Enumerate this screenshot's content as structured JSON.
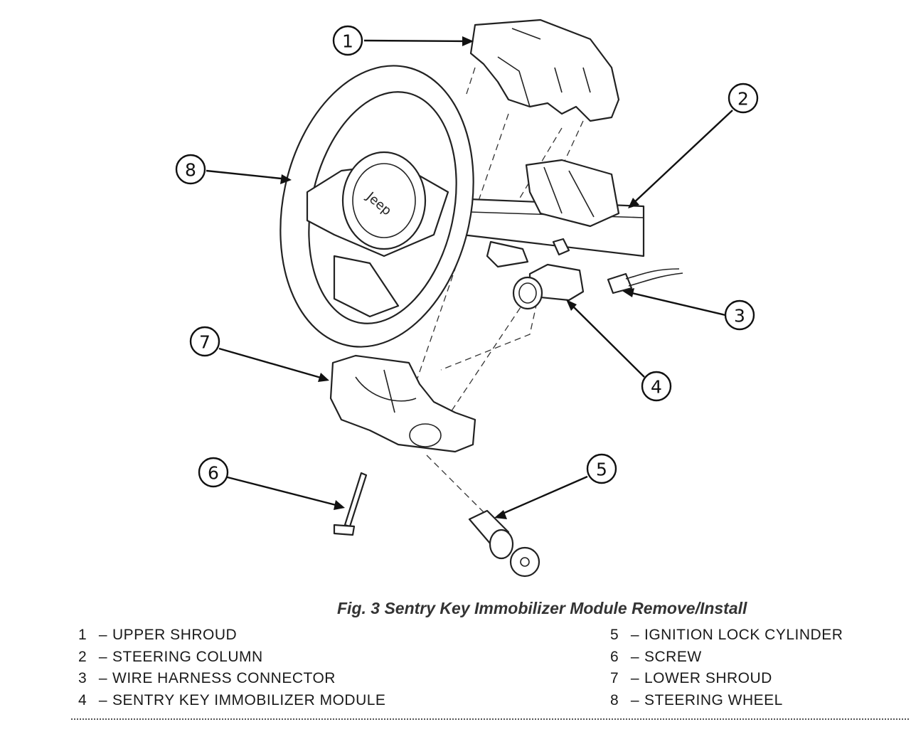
{
  "figure": {
    "caption": "Fig. 3 Sentry Key Immobilizer Module Remove/Install",
    "logo_text": "Jeep"
  },
  "callouts": [
    {
      "num": "1",
      "part": "UPPER SHROUD"
    },
    {
      "num": "2",
      "part": "STEERING COLUMN"
    },
    {
      "num": "3",
      "part": "WIRE HARNESS CONNECTOR"
    },
    {
      "num": "4",
      "part": "SENTRY KEY IMMOBILIZER MODULE"
    },
    {
      "num": "5",
      "part": "IGNITION LOCK CYLINDER"
    },
    {
      "num": "6",
      "part": "SCREW"
    },
    {
      "num": "7",
      "part": "LOWER SHROUD"
    },
    {
      "num": "8",
      "part": "STEERING WHEEL"
    }
  ],
  "legend": {
    "separator": "–",
    "left": [
      {
        "num": "1",
        "label": "UPPER SHROUD"
      },
      {
        "num": "2",
        "label": "STEERING COLUMN"
      },
      {
        "num": "3",
        "label": "WIRE HARNESS CONNECTOR"
      },
      {
        "num": "4",
        "label": "SENTRY KEY IMMOBILIZER MODULE"
      }
    ],
    "right": [
      {
        "num": "5",
        "label": "IGNITION LOCK CYLINDER"
      },
      {
        "num": "6",
        "label": "SCREW"
      },
      {
        "num": "7",
        "label": "LOWER SHROUD"
      },
      {
        "num": "8",
        "label": "STEERING WHEEL"
      }
    ]
  }
}
